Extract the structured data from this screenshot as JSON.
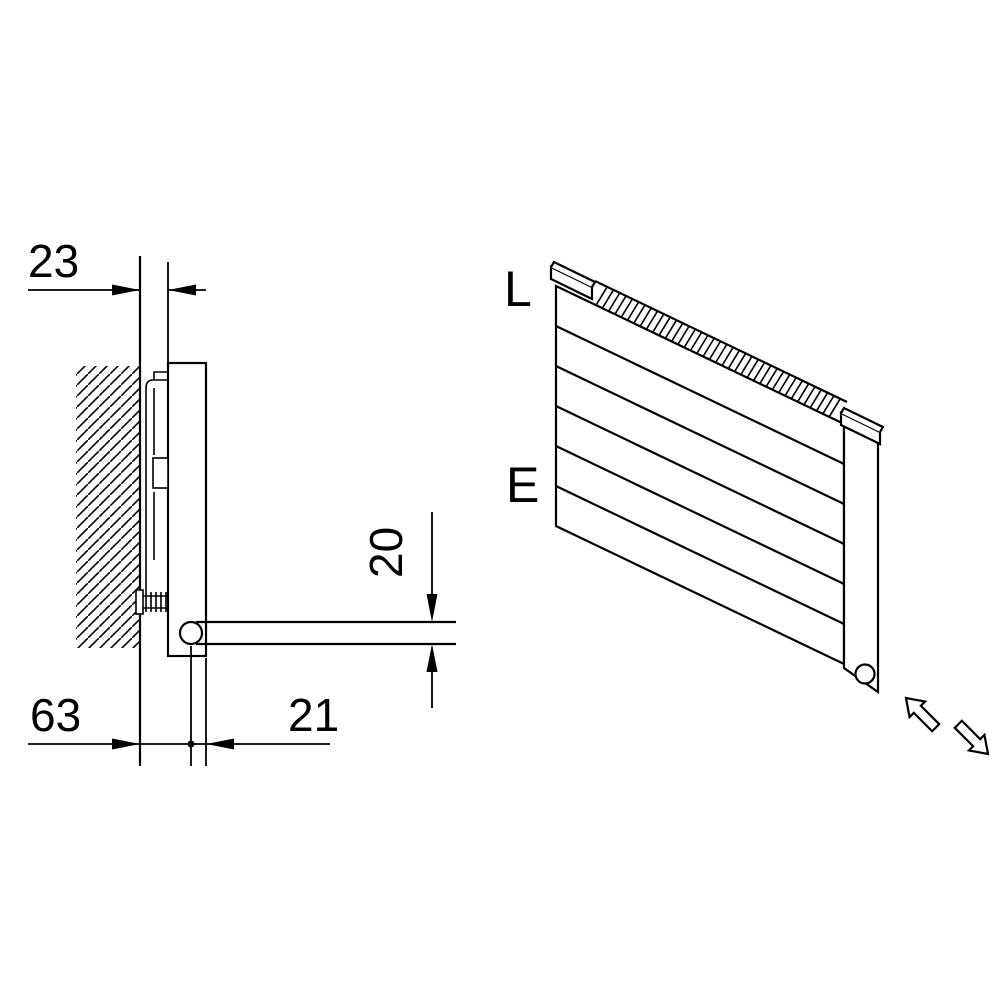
{
  "dimensions": {
    "wall_gap": "23",
    "pipe_spacing": "20",
    "wall_to_valve_axis": "63",
    "valve_axis_to_front": "21"
  },
  "labels": {
    "top": "L",
    "middle": "E"
  },
  "colors": {
    "line": "#000000",
    "background": "#ffffff"
  }
}
